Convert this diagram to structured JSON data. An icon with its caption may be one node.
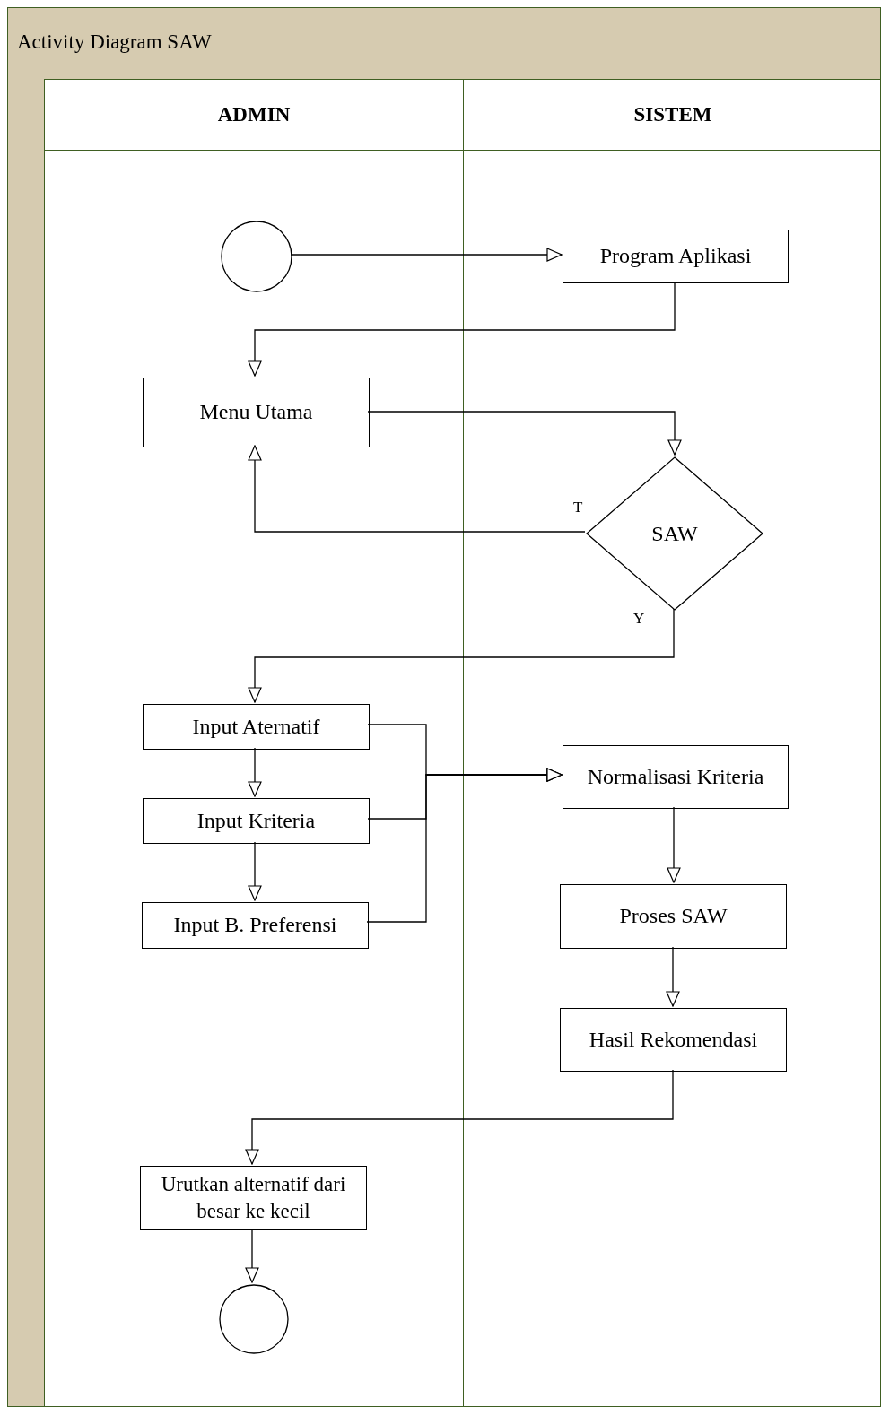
{
  "diagram": {
    "nodes": [
      {
        "text": [
          "Activity Diagram SAW"
        ]
      },
      {
        "text": [
          "ADMIN"
        ],
        "in": 0
      },
      {
        "text": [
          "SISTEM"
        ],
        "in": 0
      },
      {
        "text": [],
        "shape": "circle",
        "in": 1
      },
      {
        "text": [
          "Program Aplikasi"
        ],
        "in": 2
      },
      {
        "text": [
          "Menu Utama"
        ],
        "in": 1
      },
      {
        "text": [
          "SAW"
        ],
        "in": 2
      },
      {
        "text": [
          "Input Aternatif"
        ],
        "in": 1
      },
      {
        "text": [
          "Input Kriteria"
        ],
        "in": 1
      },
      {
        "text": [
          "Input B. Preferensi"
        ],
        "in": 1
      },
      {
        "text": [
          "Normalisasi Kriteria"
        ],
        "in": 2
      },
      {
        "text": [
          "Proses SAW"
        ],
        "in": 2
      },
      {
        "text": [
          "Hasil Rekomendasi"
        ],
        "in": 2
      },
      {
        "text": [
          "Urutkan alternatif dari besar ke kecil"
        ],
        "in": 1
      },
      {
        "text": [],
        "shape": "circle",
        "in": 1
      }
    ],
    "edges": [
      {
        "from": 3,
        "to": 4,
        "arrow": "to"
      },
      {
        "from": 4,
        "to": 5,
        "arrow": "to"
      },
      {
        "from": 5,
        "to": 6,
        "arrow": "to"
      },
      {
        "from": 6,
        "to": 5,
        "arrow": "to",
        "label": "T"
      },
      {
        "from": 6,
        "to": 7,
        "arrow": "to",
        "label": "Y"
      },
      {
        "from": 7,
        "to": 8,
        "arrow": "to"
      },
      {
        "from": 8,
        "to": 9,
        "arrow": "to"
      },
      {
        "from": 7,
        "to": 10,
        "arrow": "to"
      },
      {
        "from": 8,
        "to": 10,
        "arrow": "to"
      },
      {
        "from": 9,
        "to": 10,
        "arrow": "to"
      },
      {
        "from": 10,
        "to": 11,
        "arrow": "to"
      },
      {
        "from": 11,
        "to": 12,
        "arrow": "to"
      },
      {
        "from": 12,
        "to": 13,
        "arrow": "to"
      },
      {
        "from": 13,
        "to": 14,
        "arrow": "to"
      }
    ]
  }
}
